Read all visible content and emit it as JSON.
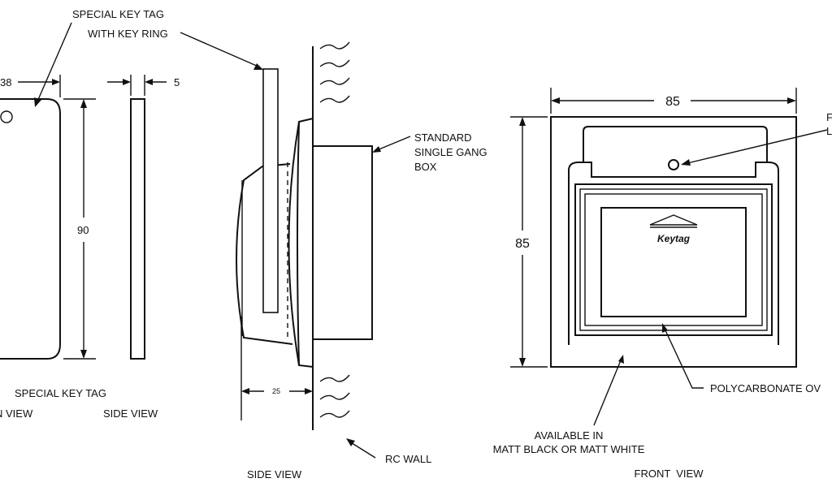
{
  "labels": {
    "tag_callout_line1": "SPECIAL KEY TAG",
    "tag_callout_line2": "WITH KEY RING",
    "tag_title": "SPECIAL KEY TAG",
    "tag_main_view": "N VIEW",
    "tag_side_view": "SIDE VIEW",
    "gang_box_line1": "STANDARD",
    "gang_box_line2": "SINGLE GANG",
    "gang_box_line3": "BOX",
    "rc_wall": "RC WALL",
    "side_view": "SIDE VIEW",
    "front_view": "FRONT  VIEW",
    "available_line1": "AVAILABLE IN",
    "available_line2": "MATT BLACK OR MATT WHITE",
    "polycarbonate": "POLYCARBONATE OV",
    "led_line1": "F",
    "led_line2": "L",
    "keytag_logo": "Keytag"
  },
  "dimensions": {
    "tag_width": "38",
    "tag_thickness": "5",
    "tag_height": "90",
    "depth": "25",
    "front_width": "85",
    "front_height": "85"
  },
  "colors": {
    "line": "#111111",
    "background": "#ffffff"
  }
}
